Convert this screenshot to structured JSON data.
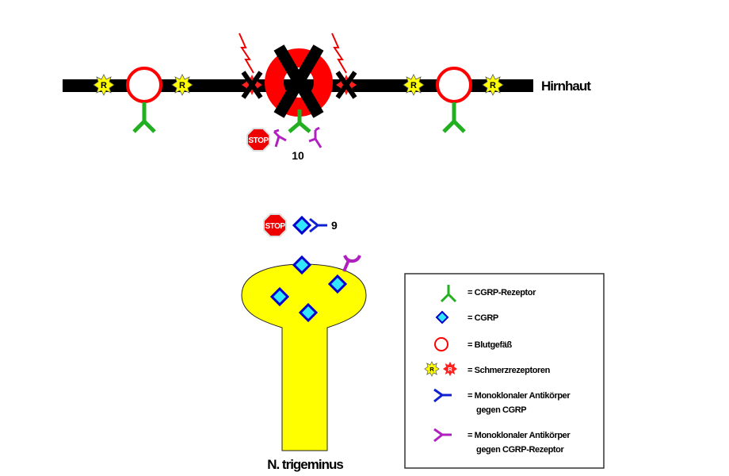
{
  "labels": {
    "membrane": "Hirnhaut",
    "nerve": "N. trigeminus",
    "marker_10": "10",
    "marker_9": "9",
    "stop": "STOP",
    "receptor_letter": "R"
  },
  "legend": {
    "items": [
      {
        "icon": "cgrp-receptor-icon",
        "text": "= CGRP-Rezeptor"
      },
      {
        "icon": "cgrp-diamond-icon",
        "text": "= CGRP"
      },
      {
        "icon": "blood-vessel-icon",
        "text": "= Blutgefäß"
      },
      {
        "icon": "pain-receptor-icon",
        "text": "= Schmerzrezeptoren"
      },
      {
        "icon": "antibody-cgrp-icon",
        "text": "= Monoklonaler Antikörper",
        "text2": "gegen CGRP"
      },
      {
        "icon": "antibody-receptor-icon",
        "text": "= Monoklonaler Antikörper",
        "text2": "gegen CGRP-Rezeptor"
      }
    ]
  },
  "colors": {
    "membrane": "#000000",
    "vessel": "#ff0000",
    "receptor": "#22b022",
    "cgrp_fill": "#33e6ff",
    "cgrp_border": "#0000cc",
    "antibody_cgrp": "#1020d0",
    "antibody_receptor": "#b020c0",
    "pain_receptor_yellow": "#ffff00",
    "pain_receptor_red": "#ff2020",
    "nerve": "#ffff00"
  }
}
